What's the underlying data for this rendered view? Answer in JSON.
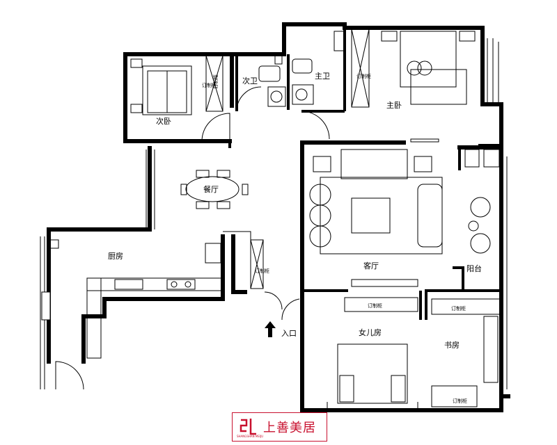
{
  "rooms": {
    "second_bedroom": "次卧",
    "second_bath": "次卫",
    "master_bath": "主卫",
    "master_bedroom": "主卧",
    "dining": "餐厅",
    "kitchen": "厨房",
    "living": "客厅",
    "balcony": "阳台",
    "daughter_room": "女儿房",
    "study": "书房",
    "entrance": "入口"
  },
  "wardrobe_label": "订制柜",
  "logo": {
    "text": "上善美居",
    "sub": "SHANGSHAN MEIJU",
    "color": "#c8102e"
  }
}
